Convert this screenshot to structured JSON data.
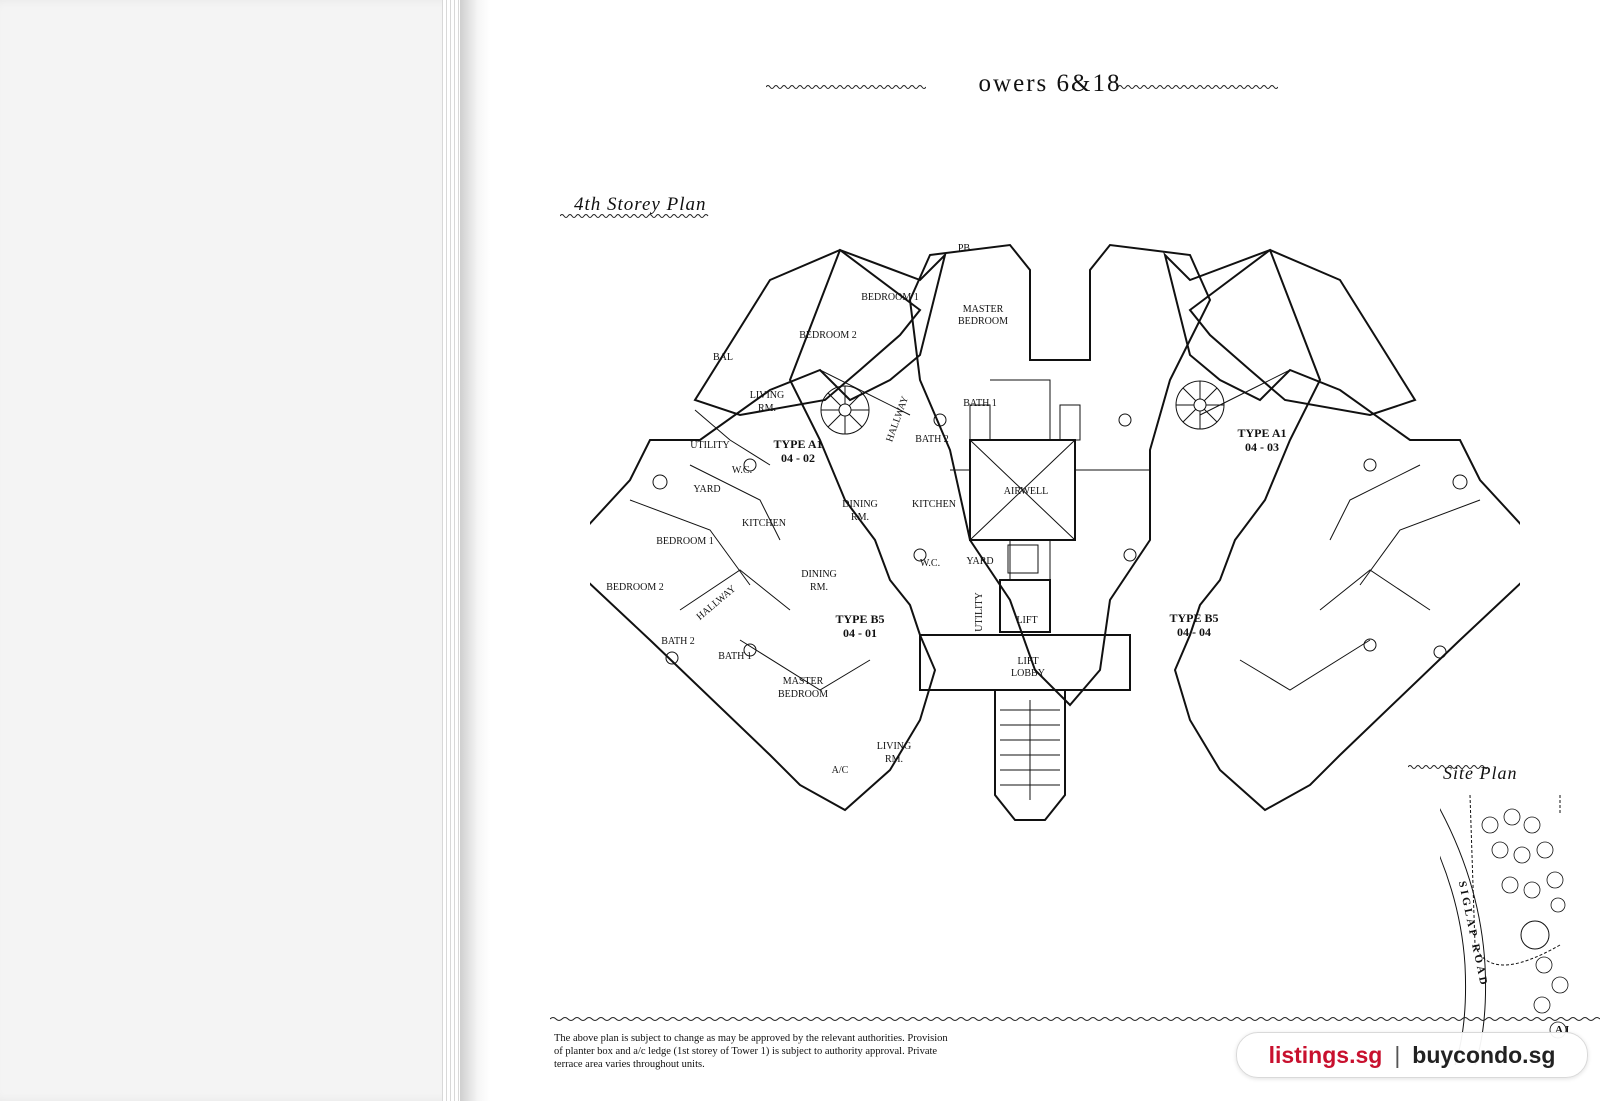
{
  "title": "owers 6&18",
  "storey_label": "4th Storey Plan",
  "site_label": "Site Plan",
  "road_label": "SIGLAP ROAD",
  "road_fragment": "AI",
  "rooms": {
    "pb": "PB",
    "bal": "BAL",
    "bedroom1": "BEDROOM 1",
    "bedroom2": "BEDROOM 2",
    "master": "MASTER",
    "bedroom": "BEDROOM",
    "living": "LIVING",
    "rm": "RM.",
    "dining": "DINING",
    "hallway": "HALLWAY",
    "bath1": "BATH 1",
    "bath2": "BATH 2",
    "kitchen": "KITCHEN",
    "airwell": "AIRWELL",
    "utility": "UTILITY",
    "wc": "W.C.",
    "yard": "YARD",
    "lift": "LIFT",
    "lobby": "LOBBY",
    "ac": "A/C"
  },
  "units": [
    {
      "type": "TYPE A1",
      "number": "04 - 02"
    },
    {
      "type": "TYPE A1",
      "number": "04 - 03"
    },
    {
      "type": "TYPE B5",
      "number": "04 - 01"
    },
    {
      "type": "TYPE B5",
      "number": "04 - 04"
    }
  ],
  "notes": "The above plan is subject to change as may be approved by the relevant authorities. Provision of planter box and a/c ledge (1st storey of Tower 1) is subject to authority approval. Private terrace area varies throughout units.",
  "watermark": {
    "left": "listings.sg",
    "separator": "|",
    "right": "buycondo.sg"
  }
}
